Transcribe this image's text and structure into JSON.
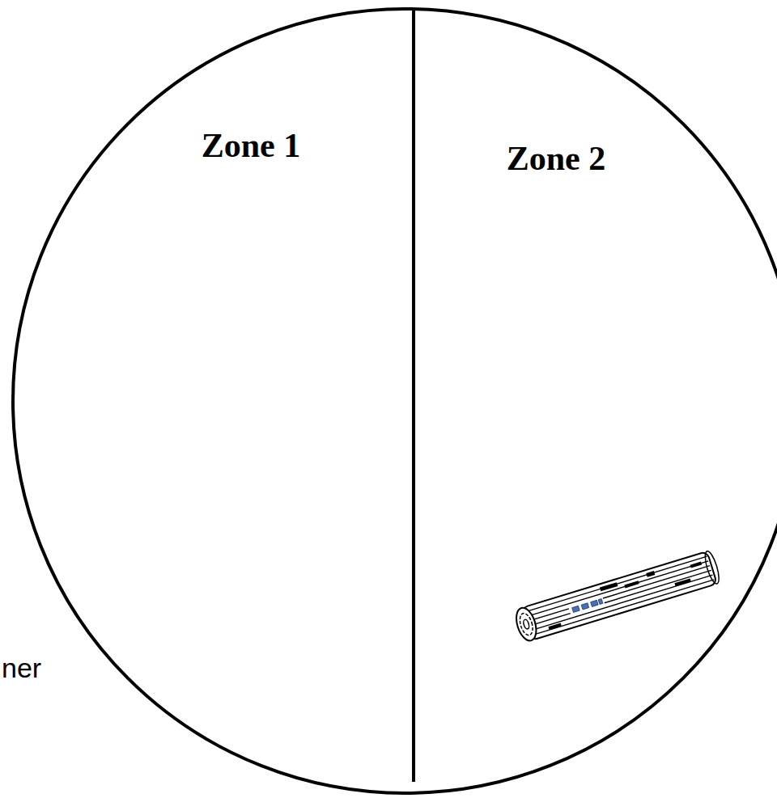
{
  "diagram": {
    "labels": [
      "Zone 1",
      "Zone 2",
      "ner"
    ]
  }
}
